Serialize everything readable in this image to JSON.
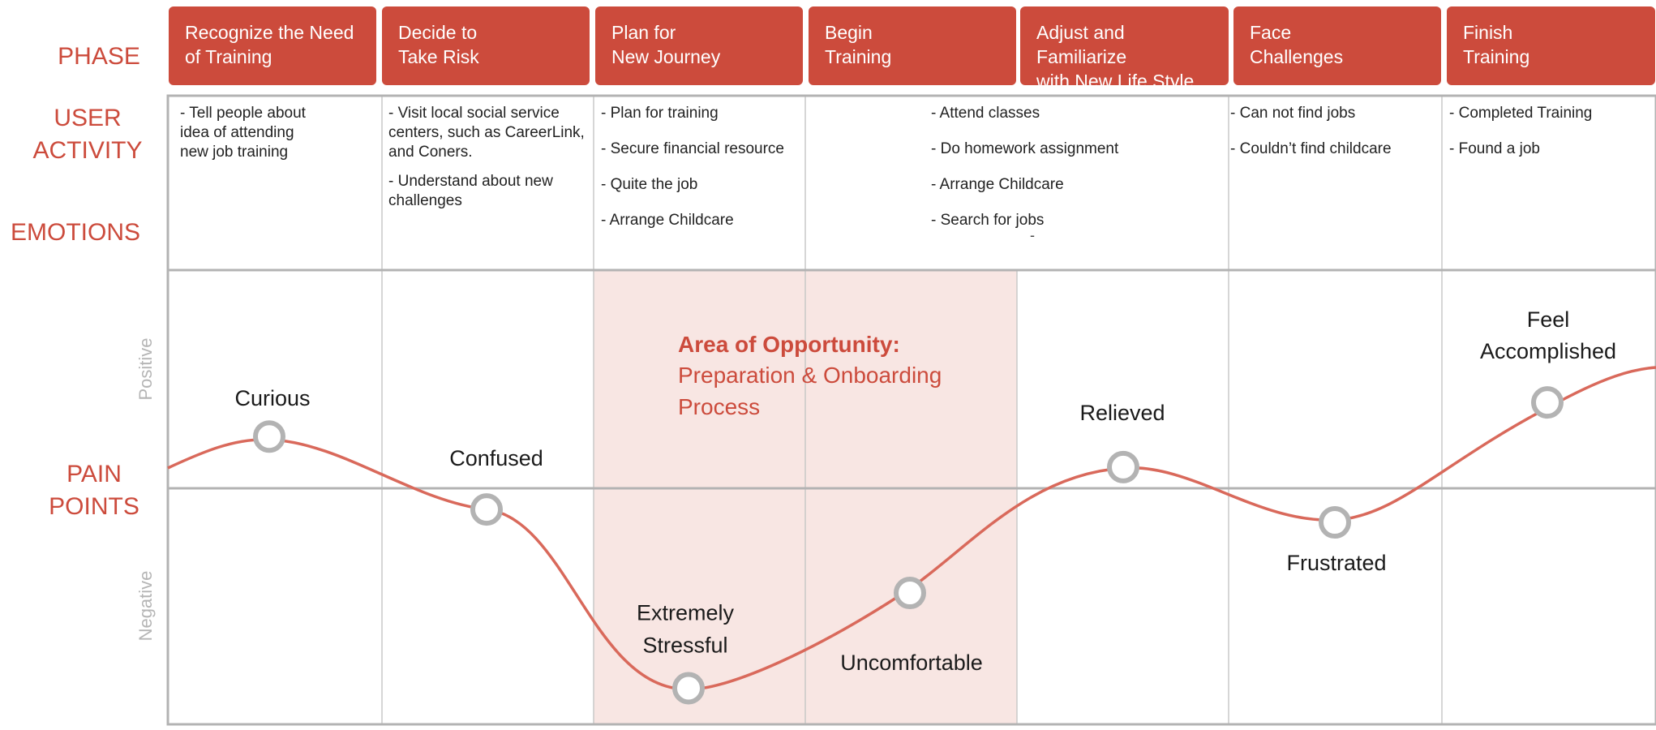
{
  "row_labels": {
    "phase": "PHASE",
    "user_activity": [
      "USER",
      "ACTIVITY"
    ],
    "emotions": "EMOTIONS",
    "pain_points": [
      "PAIN",
      "POINTS"
    ]
  },
  "phases": [
    "Recognize the Need\nof Training",
    "Decide to\nTake Risk",
    "Plan for\nNew Journey",
    "Begin\nTraining",
    "Adjust and Familiarize\nwith New Life Style",
    "Face\nChallenges",
    "Finish\nTraining"
  ],
  "activities": [
    [
      "- Tell people about\n   idea of attending\n   new job training"
    ],
    [
      "- Visit local social service\ncenters, such as CareerLink,\nand Coners.",
      "- Understand about new\nchallenges"
    ],
    [
      "- Plan for training",
      "- Secure financial resource",
      "- Quite the job",
      "- Arrange Childcare"
    ],
    [
      "- Attend classes",
      "- Do homework assignment",
      "- Arrange Childcare",
      "- Search for jobs"
    ],
    [
      "- Can not find jobs",
      "- Couldn’t find childcare"
    ],
    [
      "- Completed Training",
      "- Found a job"
    ]
  ],
  "axis": {
    "positive": "Positive",
    "negative": "Negative"
  },
  "opportunity": {
    "title": "Area of Opportunity:",
    "line1": "Preparation & Onboarding",
    "line2": "Process"
  },
  "emotions": [
    {
      "label": [
        "Curious"
      ],
      "level": 0.44
    },
    {
      "label": [
        "Confused"
      ],
      "level": -0.18
    },
    {
      "label": [
        "Extremely",
        "Stressful"
      ],
      "level": -1.7
    },
    {
      "label": [
        "Uncomfortable"
      ],
      "level": -0.89
    },
    {
      "label": [
        "Relieved"
      ],
      "level": 0.18
    },
    {
      "label": [
        "Frustrated"
      ],
      "level": -0.29
    },
    {
      "label": [
        "Feel",
        "Accomplished"
      ],
      "level": 0.73
    }
  ],
  "colors": {
    "accent": "#cc4b3c",
    "curve": "#d9695b",
    "opportunity_bg": "#f8e6e3",
    "grid": "#c8c8c8",
    "border": "#b3b3b3"
  }
}
